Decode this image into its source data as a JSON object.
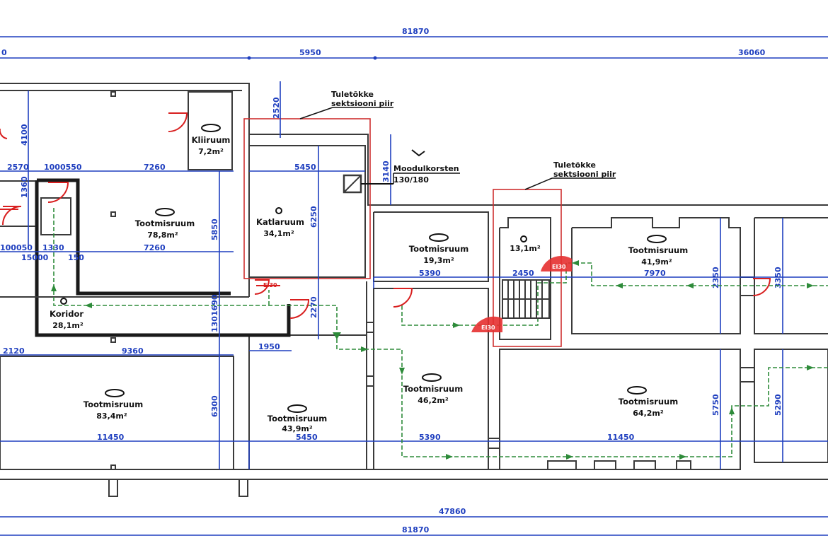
{
  "dimensions": {
    "top_total": "81870",
    "top_left_partial": "0",
    "top_segment_a": "5950",
    "top_segment_b": "36060",
    "bottom_total_a": "47860",
    "bottom_total_b": "81870",
    "d_2570": "2570",
    "d_1000550": "1000550",
    "d_7260_upper": "7260",
    "d_7260_lower": "7260",
    "d_4100": "4100",
    "d_2520": "2520",
    "d_5450": "5450",
    "d_3140": "3140",
    "d_6250": "6250",
    "d_5850": "5850",
    "d_1360": "1360",
    "d_100050": "100050",
    "d_1330": "1330",
    "d_150": "150",
    "d_15000": "15000",
    "d_2120": "2120",
    "d_9360": "9360",
    "d_1950": "1950",
    "d_2270": "2270",
    "d_5390_a": "5390",
    "d_2450": "2450",
    "d_7970": "7970",
    "d_2350": "2350",
    "d_3350": "3350",
    "d_6300": "6300",
    "d_11450_left": "11450",
    "d_5450_b": "5450",
    "d_5390_b": "5390",
    "d_11450_right": "11450",
    "d_5750": "5750",
    "d_5290": "5290",
    "d_1301690": "1301690"
  },
  "rooms": [
    {
      "id": "kliiruum",
      "tag": "",
      "name": "Kliiruum",
      "area": "7,2m²"
    },
    {
      "id": "tootmisruum-78",
      "tag": "",
      "name": "Tootmisruum",
      "area": "78,8m²"
    },
    {
      "id": "katlaruum",
      "tag": "",
      "name": "Katlaruum",
      "area": "34,1m²"
    },
    {
      "id": "koridor",
      "tag": "",
      "name": "Koridor",
      "area": "28,1m²"
    },
    {
      "id": "tootmisruum-19",
      "tag": "",
      "name": "Tootmisruum",
      "area": "19,3m²"
    },
    {
      "id": "trepikoda",
      "tag": "",
      "name": "",
      "area": "13,1m²"
    },
    {
      "id": "tootmisruum-41",
      "tag": "",
      "name": "Tootmisruum",
      "area": "41,9m²"
    },
    {
      "id": "tootmisruum-83",
      "tag": "",
      "name": "Tootmisruum",
      "area": "83,4m²"
    },
    {
      "id": "tootmisruum-43",
      "tag": "",
      "name": "Tootmisruum",
      "area": "43,9m²"
    },
    {
      "id": "tootmisruum-46",
      "tag": "",
      "name": "Tootmisruum",
      "area": "46,2m²"
    },
    {
      "id": "tootmisruum-64",
      "tag": "",
      "name": "Tootmisruum",
      "area": "64,2m²"
    }
  ],
  "notes": {
    "fire_section_1_line1": "Tuletõkke",
    "fire_section_1_line2": "sektsiooni piir",
    "fire_section_2_line1": "Tuletõkke",
    "fire_section_2_line2": "sektsiooni piir",
    "chimney_line1": "Moodulkorsten",
    "chimney_line2": "130/180"
  },
  "door_labels": {
    "d1": "EI30",
    "d2": "EI30",
    "d3": "EI30"
  },
  "colors": {
    "dimension": "#1f3fbf",
    "evacuation_route": "#2e8b3a",
    "door_fire": "#d81f1f",
    "walls": "#3a3a3a"
  }
}
